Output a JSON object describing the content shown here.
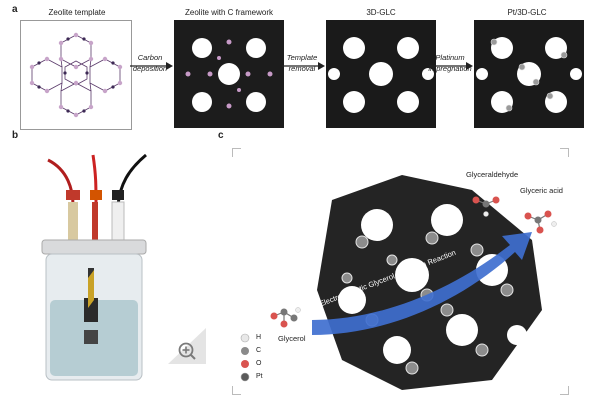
{
  "panel_a": {
    "letter": "a",
    "stages": [
      {
        "title": "Zeolite template"
      },
      {
        "title": "Zeolite with C framework"
      },
      {
        "title": "3D-GLC"
      },
      {
        "title": "Pt/3D-GLC"
      }
    ],
    "arrows": [
      {
        "line1": "Carbon",
        "line2": "deposition"
      },
      {
        "line1": "Template",
        "line2": "removal"
      },
      {
        "line1": "Platinum",
        "line2": "impregnation"
      }
    ]
  },
  "panel_b": {
    "letter": "b"
  },
  "panel_c": {
    "letter": "c",
    "reaction_label": "Electrocatalytic Glycerol Oxidation Reaction",
    "molecules": {
      "glycerol": "Glycerol",
      "glyceraldehyde": "Glyceraldehyde",
      "glyceric_acid": "Glyceric acid"
    },
    "legend": [
      {
        "symbol": "H",
        "color": "#e8e8e8"
      },
      {
        "symbol": "C",
        "color": "#8a8a8a"
      },
      {
        "symbol": "O",
        "color": "#d9534f"
      },
      {
        "symbol": "Pt",
        "color": "#5a5a5a"
      }
    ]
  },
  "viewer": {
    "zoom_icon": "zoom-in-icon"
  }
}
